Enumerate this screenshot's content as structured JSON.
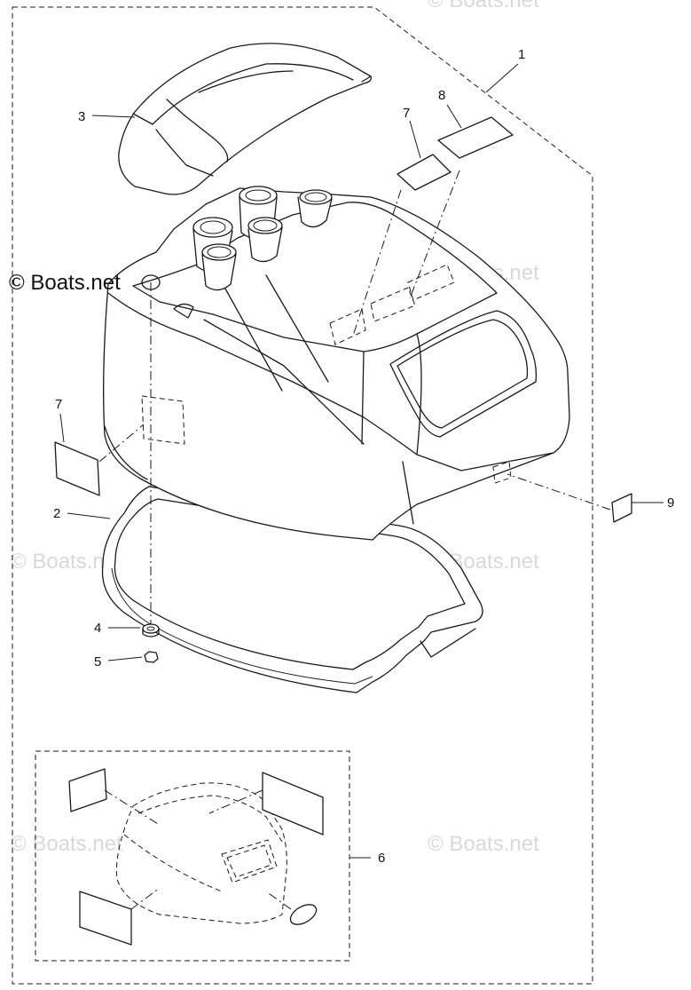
{
  "callouts": {
    "c1": "1",
    "c2": "2",
    "c3": "3",
    "c4": "4",
    "c5": "5",
    "c6": "6",
    "c7a": "7",
    "c7b": "7",
    "c8": "8",
    "c9": "9"
  },
  "watermarks": {
    "main": "© Boats.net",
    "top": "© Boats.net",
    "cowl": "© Boats.net",
    "ring": "© Boats.net",
    "right": "© Boats.net",
    "kit": "© Boats.net",
    "bottom_right": "© Boats.net"
  }
}
